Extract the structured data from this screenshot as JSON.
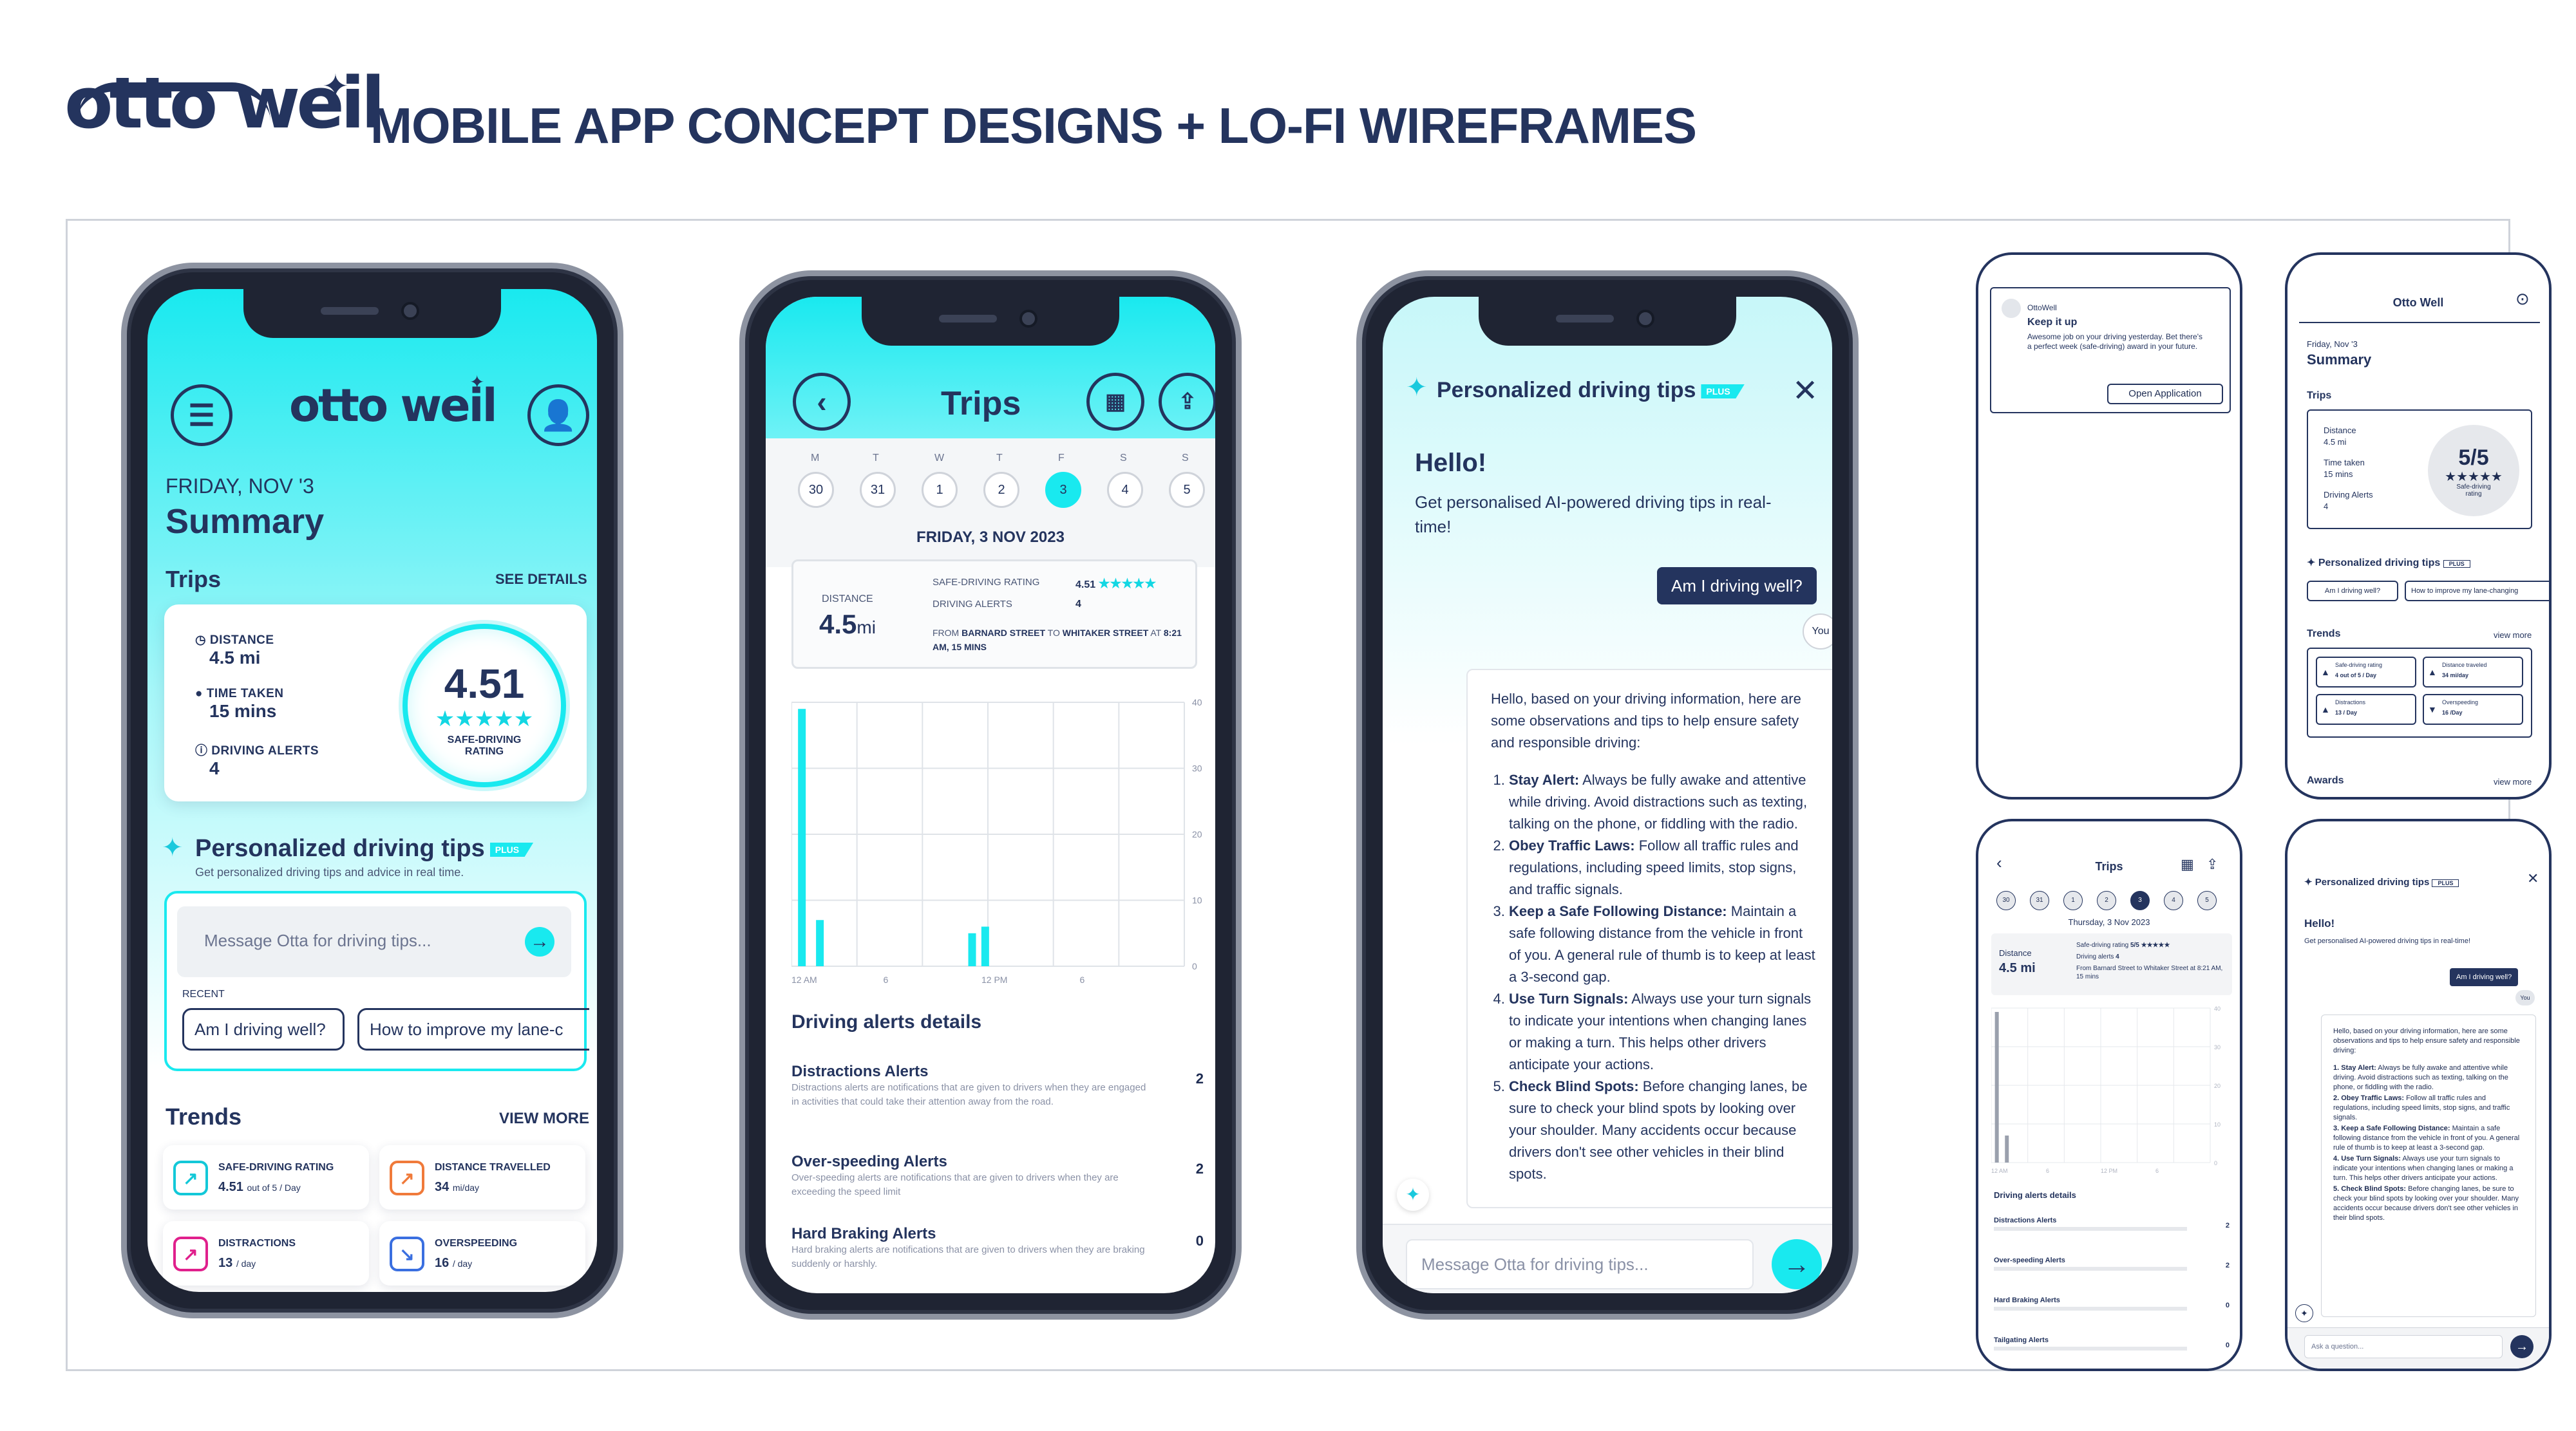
{
  "header": {
    "logo": "otto weil",
    "title": "MOBILE APP CONCEPT DESIGNS + LO-FI WIREFRAMES"
  },
  "summary": {
    "logo": "otto weil",
    "date": "FRIDAY, NOV '3",
    "title": "Summary",
    "trips_label": "Trips",
    "see_details": "SEE DETAILS",
    "stats": [
      {
        "label": "DISTANCE",
        "value": "4.5 mi"
      },
      {
        "label": "TIME TAKEN",
        "value": "15 mins"
      },
      {
        "label": "DRIVING ALERTS",
        "value": "4"
      }
    ],
    "rating": "4.51",
    "rating_label": "SAFE-DRIVING RATING",
    "stars": "★★★★★",
    "tips_title": "Personalized driving tips",
    "plus": "PLUS",
    "tips_sub": "Get personalized driving tips and advice in real time.",
    "message_placeholder": "Message Otta for driving tips...",
    "recent": "RECENT",
    "chips": [
      "Am I driving well?",
      "How to improve my lane-c"
    ],
    "trends_title": "Trends",
    "view_more": "VIEW MORE",
    "trends": [
      {
        "label": "SAFE-DRIVING RATING",
        "value": "4.51",
        "unit": "out of 5 / Day",
        "color": "#13c8d8"
      },
      {
        "label": "DISTANCE TRAVELLED",
        "value": "34",
        "unit": "mi/day",
        "color": "#f07a3a"
      },
      {
        "label": "DISTRACTIONS",
        "value": "13",
        "unit": "/ day",
        "color": "#e0208c"
      },
      {
        "label": "OVERSPEEDING",
        "value": "16",
        "unit": "/ day",
        "color": "#3a6fe0"
      }
    ]
  },
  "trips": {
    "title": "Trips",
    "days": [
      {
        "l": "M",
        "n": "30"
      },
      {
        "l": "T",
        "n": "31"
      },
      {
        "l": "W",
        "n": "1"
      },
      {
        "l": "T",
        "n": "2"
      },
      {
        "l": "F",
        "n": "3"
      },
      {
        "l": "S",
        "n": "4"
      },
      {
        "l": "S",
        "n": "5"
      }
    ],
    "date": "FRIDAY, 3 NOV 2023",
    "distance_label": "DISTANCE",
    "distance": "4.5",
    "distance_unit": "mi",
    "rating_label": "SAFE-DRIVING RATING",
    "rating": "4.51",
    "alerts_label": "DRIVING ALERTS",
    "alerts": "4",
    "from": "FROM",
    "from_street": "BARNARD STREET",
    "to": "TO",
    "to_street": "WHITAKER STREET",
    "at": "AT",
    "time": "8:21 AM, 15 MINS",
    "details_title": "Driving alerts details",
    "alerts_list": [
      {
        "title": "Distractions Alerts",
        "desc": "Distractions alerts are notifications that are given to drivers when they are engaged in activities that could take their attention away from the road.",
        "count": "2"
      },
      {
        "title": "Over-speeding Alerts",
        "desc": "Over-speeding alerts are notifications that are given to drivers when they are exceeding the speed limit",
        "count": "2"
      },
      {
        "title": "Hard Braking Alerts",
        "desc": "Hard braking alerts are notifications that are given to drivers when they are braking suddenly or harshly.",
        "count": "0"
      }
    ]
  },
  "chart_data": {
    "type": "bar",
    "x_ticks": [
      "12 AM",
      "6",
      "12 PM",
      "6"
    ],
    "y_ticks": [
      "40",
      "30",
      "20",
      "10",
      "0"
    ],
    "ylim": [
      0,
      40
    ],
    "x": [
      0.4,
      1.5,
      10.8,
      11.6
    ],
    "values": [
      39,
      7,
      5,
      6
    ]
  },
  "tips": {
    "title": "Personalized driving tips",
    "plus": "PLUS",
    "hello": "Hello!",
    "sub": "Get personalised AI-powered driving tips in real-time!",
    "user_msg": "Am I driving well?",
    "you": "You",
    "intro": "Hello, based on your driving information, here are some observations and tips to help ensure safety and responsible driving:",
    "items": [
      {
        "b": "Stay Alert:",
        "t": " Always be fully awake and attentive while driving. Avoid distractions such as texting, talking on the phone, or fiddling with the radio."
      },
      {
        "b": "Obey Traffic Laws:",
        "t": " Follow all traffic rules and regulations, including speed limits, stop signs, and traffic signals."
      },
      {
        "b": "Keep a Safe Following Distance:",
        "t": " Maintain a safe following distance from the vehicle in front of you. A general rule of thumb is to keep at least a 3-second gap."
      },
      {
        "b": "Use Turn Signals:",
        "t": " Always use your turn signals to indicate your intentions when changing lanes or making a turn. This helps other drivers anticipate your actions."
      },
      {
        "b": "Check Blind Spots:",
        "t": " Before changing lanes, be sure to check your blind spots by looking over your shoulder. Many accidents occur because drivers don't see other vehicles in their blind spots."
      }
    ],
    "placeholder": "Message Otta for driving tips..."
  },
  "wf1": {
    "app": "OttoWell",
    "title": "Keep it up",
    "body": "Awesome job on your driving yesterday. Bet there's a perfect week (safe-driving) award in your future.",
    "button": "Open Application"
  },
  "wf2": {
    "title": "Otto Well",
    "date": "Friday, Nov '3",
    "summary": "Summary",
    "trips": "Trips",
    "distance": "Distance",
    "distance_v": "4.5 mi",
    "time": "Time taken",
    "time_v": "15 mins",
    "alerts": "Driving Alerts",
    "alerts_v": "4",
    "rating": "5/5",
    "stars": "★★★★★",
    "rating_label": "Safe-driving rating",
    "tips": "Personalized driving tips",
    "plus": "PLUS",
    "chips": [
      "Am I driving well?",
      "How to improve my lane-changing"
    ],
    "trends": "Trends",
    "view_more": "view more",
    "trend_items": [
      {
        "l": "Safe-driving rating",
        "v": "4 out of 5 / Day"
      },
      {
        "l": "Distance traveled",
        "v": "34 mi/day"
      },
      {
        "l": "Distractions",
        "v": "13 / Day"
      },
      {
        "l": "Overspeeding",
        "v": "16 /Day"
      }
    ],
    "awards": "Awards",
    "awards_more": "view more"
  },
  "wf3": {
    "title": "Trips",
    "days": [
      "30",
      "31",
      "1",
      "2",
      "3",
      "4",
      "5"
    ],
    "date": "Thursday, 3 Nov 2023",
    "distance": "Distance",
    "distance_v": "4.5 mi",
    "r_label": "Safe-driving rating",
    "r_val": "5/5 ★★★★★",
    "a_label": "Driving alerts",
    "a_val": "4",
    "route": "From Barnard Street to Whitaker Street at 8:21 AM, 15 mins",
    "x_ticks": [
      "12 AM",
      "6",
      "12 PM",
      "6"
    ],
    "y_ticks": [
      "40",
      "30",
      "20",
      "10",
      "0"
    ],
    "details": "Driving alerts details",
    "alerts": [
      {
        "t": "Distractions Alerts",
        "c": "2"
      },
      {
        "t": "Over-speeding Alerts",
        "c": "2"
      },
      {
        "t": "Hard Braking Alerts",
        "c": "0"
      },
      {
        "t": "Tailgating Alerts",
        "c": "0"
      }
    ]
  },
  "wf4": {
    "title": "Personalized driving tips",
    "plus": "PLUS",
    "hello": "Hello!",
    "sub": "Get personalised AI-powered driving tips in real-time!",
    "user_msg": "Am I driving well?",
    "you": "You",
    "text": "Hello, based on your driving information, here are some observations and tips to help ensure safety and responsible driving:",
    "items": [
      {
        "b": "1. Stay Alert:",
        "t": " Always be fully awake and attentive while driving. Avoid distractions such as texting, talking on the phone, or fiddling with the radio."
      },
      {
        "b": "2. Obey Traffic Laws:",
        "t": " Follow all traffic rules and regulations, including speed limits, stop signs, and traffic signals."
      },
      {
        "b": "3. Keep a Safe Following Distance:",
        "t": " Maintain a safe following distance from the vehicle in front of you. A general rule of thumb is to keep at least a 3-second gap."
      },
      {
        "b": "4. Use Turn Signals:",
        "t": " Always use your turn signals to indicate your intentions when changing lanes or making a turn. This helps other drivers anticipate your actions."
      },
      {
        "b": "5. Check Blind Spots:",
        "t": " Before changing lanes, be sure to check your blind spots by looking over your shoulder. Many accidents occur because drivers don't see other vehicles in their blind spots."
      }
    ],
    "placeholder": "Ask a question..."
  }
}
